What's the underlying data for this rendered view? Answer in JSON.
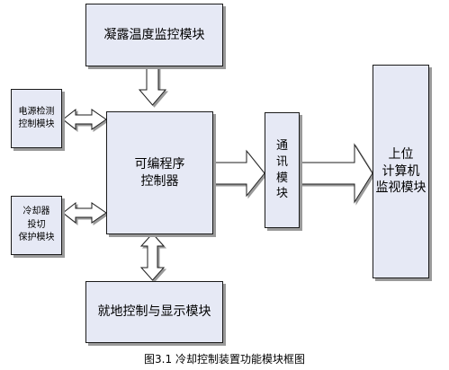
{
  "diagram": {
    "modules": {
      "dew_monitor": "凝露温度监控模块",
      "power_detect": "电源检测\n控制模块",
      "cooler_protect": "冷却器\n投切\n保护模块",
      "plc": "可编程序\n控制器",
      "comm": "通\n讯\n模\n块",
      "host": "上位\n计算机\n监视模块",
      "local_display": "就地控制与显示模块"
    },
    "caption": "图3.1  冷却控制装置功能模块框图"
  }
}
